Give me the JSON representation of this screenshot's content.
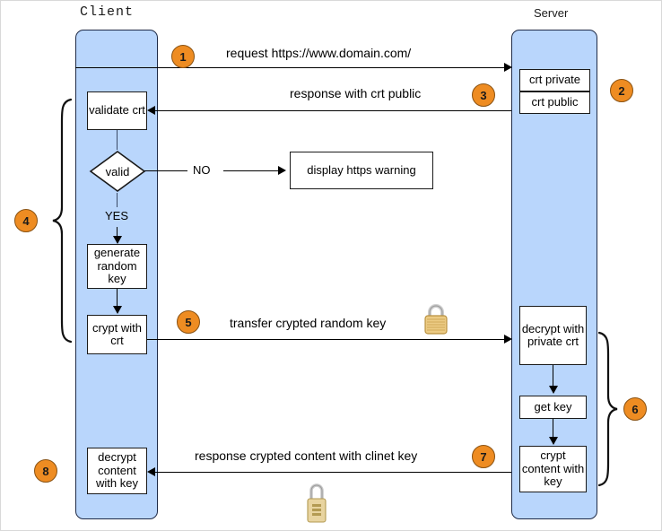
{
  "diagram": {
    "title_client": "Client",
    "title_server": "Server",
    "lanes": [
      {
        "name": "client",
        "label": "Client"
      },
      {
        "name": "server",
        "label": "Server"
      }
    ],
    "steps": [
      {
        "num": "1",
        "label": "request https://www.domain.com/"
      },
      {
        "num": "2",
        "label": ""
      },
      {
        "num": "3",
        "label": "response with crt public"
      },
      {
        "num": "4",
        "label": ""
      },
      {
        "num": "5",
        "label": "transfer crypted random key"
      },
      {
        "num": "6",
        "label": ""
      },
      {
        "num": "7",
        "label": "response crypted content with clinet key"
      },
      {
        "num": "8",
        "label": ""
      }
    ],
    "badges": {
      "b1": "1",
      "b2": "2",
      "b3": "3",
      "b4": "4",
      "b5": "5",
      "b6": "6",
      "b7": "7",
      "b8": "8"
    },
    "messages": {
      "request": "request https://www.domain.com/",
      "response_crt": "response with crt public",
      "transfer_key": "transfer crypted random key",
      "response_content": "response crypted content with clinet key"
    },
    "client_nodes": {
      "validate_crt": "validate crt",
      "decision": "valid",
      "decision_no": "NO",
      "decision_yes": "YES",
      "generate_random_key": "generate random key",
      "crypt_with_crt": "crypt with crt",
      "decrypt_content_with_key": "decrypt content with key"
    },
    "external_nodes": {
      "https_warning": "display https warning"
    },
    "server_nodes": {
      "crt_private": "crt private",
      "crt_public": "crt public",
      "decrypt_with_private_crt": "decrypt with private crt",
      "get_key": "get key",
      "crypt_content_with_key": "crypt content with key"
    },
    "icons": {
      "lock_transfer": "padlock-icon",
      "lock_response": "combination-padlock-icon"
    },
    "colors": {
      "lane_fill": "#b9d6fc",
      "lane_border": "#1f2b47",
      "badge_fill": "#ee8c22",
      "badge_border": "#8a5212",
      "node_fill": "#ffffff",
      "node_border": "#1a1a1a",
      "lock_body": "#e8c06a",
      "lock_shackle": "#d8d8d8"
    }
  }
}
